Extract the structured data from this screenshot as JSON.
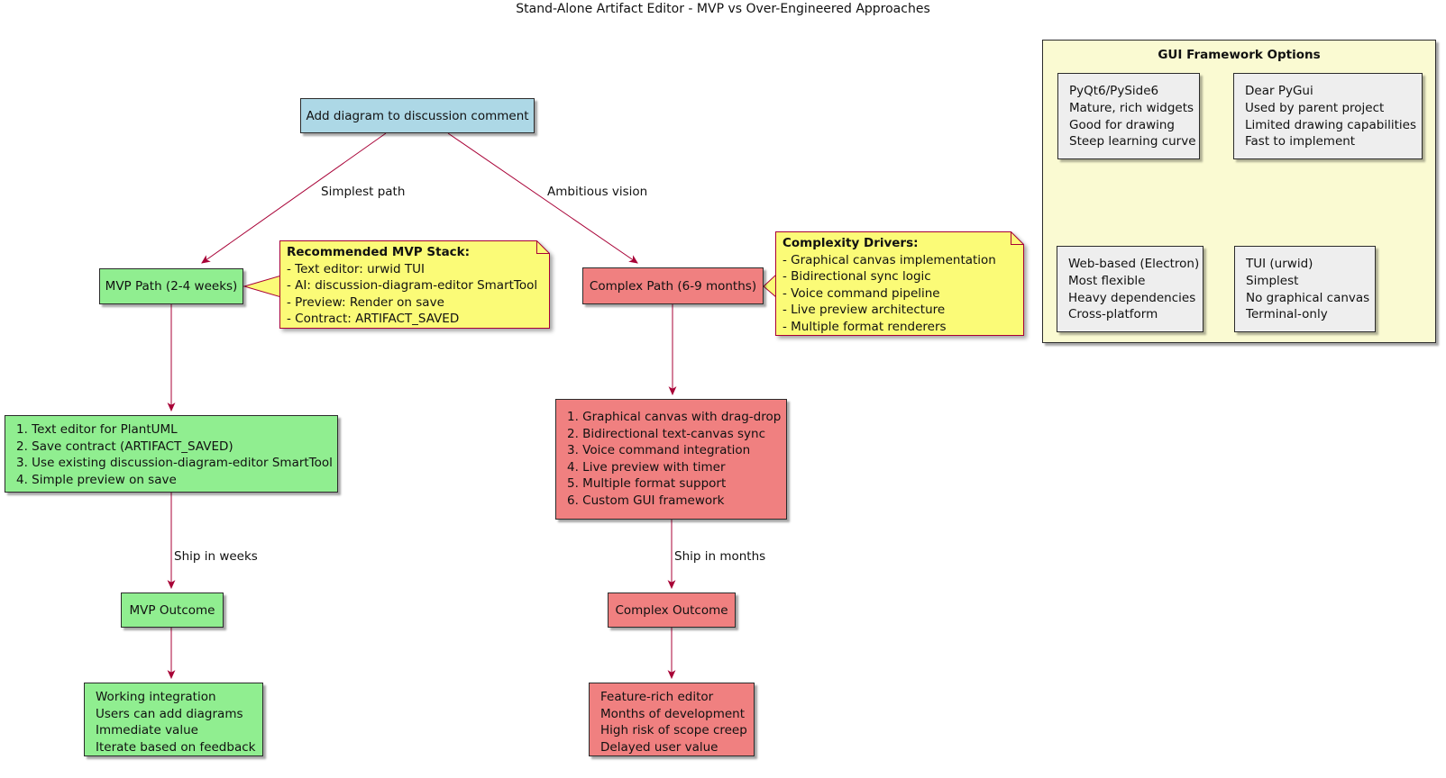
{
  "title": "Stand-Alone Artifact Editor - MVP vs Over-Engineered Approaches",
  "colors": {
    "start_blue": "#ADD8E6",
    "mvp_green": "#90EE90",
    "complex_red": "#F08080",
    "note_yellow": "#FBFB77",
    "panel_yellow": "#FAFAD2",
    "option_gray": "#EEEEEE",
    "edge": "#A80036"
  },
  "nodes": {
    "start": {
      "label": "Add diagram to discussion comment"
    },
    "mvp_path": {
      "label": "MVP Path (2-4 weeks)"
    },
    "complex_path": {
      "label": "Complex Path (6-9 months)"
    },
    "mvp_steps": {
      "lines": [
        "1. Text editor for PlantUML",
        "2. Save contract (ARTIFACT_SAVED)",
        "3. Use existing discussion-diagram-editor SmartTool",
        "4. Simple preview on save"
      ]
    },
    "complex_steps": {
      "lines": [
        "1. Graphical canvas with drag-drop",
        "2. Bidirectional text-canvas sync",
        "3. Voice command integration",
        "4. Live preview with timer",
        "5. Multiple format support",
        "6. Custom GUI framework"
      ]
    },
    "mvp_outcome": {
      "label": "MVP Outcome"
    },
    "complex_outcome": {
      "label": "Complex Outcome"
    },
    "mvp_result": {
      "lines": [
        "Working integration",
        "Users can add diagrams",
        "Immediate value",
        "Iterate based on feedback"
      ]
    },
    "complex_result": {
      "lines": [
        "Feature-rich editor",
        "Months of development",
        "High risk of scope creep",
        "Delayed user value"
      ]
    }
  },
  "edges": {
    "simplest_label": "Simplest path",
    "ambitious_label": "Ambitious vision",
    "ship_weeks_label": "Ship in weeks",
    "ship_months_label": "Ship in months"
  },
  "notes": {
    "mvp_stack": {
      "title": "Recommended MVP Stack:",
      "lines": [
        "- Text editor: urwid TUI",
        "- AI: discussion-diagram-editor SmartTool",
        "- Preview: Render on save",
        "- Contract: ARTIFACT_SAVED"
      ]
    },
    "complexity": {
      "title": "Complexity Drivers:",
      "lines": [
        "- Graphical canvas implementation",
        "- Bidirectional sync logic",
        "- Voice command pipeline",
        "- Live preview architecture",
        "- Multiple format renderers"
      ]
    }
  },
  "panel": {
    "title": "GUI Framework Options",
    "options": [
      {
        "lines": [
          "PyQt6/PySide6",
          "Mature, rich widgets",
          "Good for drawing",
          "Steep learning curve"
        ]
      },
      {
        "lines": [
          "Dear PyGui",
          "Used by parent project",
          "Limited drawing capabilities",
          "Fast to implement"
        ]
      },
      {
        "lines": [
          "Web-based (Electron)",
          "Most flexible",
          "Heavy dependencies",
          "Cross-platform"
        ]
      },
      {
        "lines": [
          "TUI (urwid)",
          "Simplest",
          "No graphical canvas",
          "Terminal-only"
        ]
      }
    ]
  }
}
